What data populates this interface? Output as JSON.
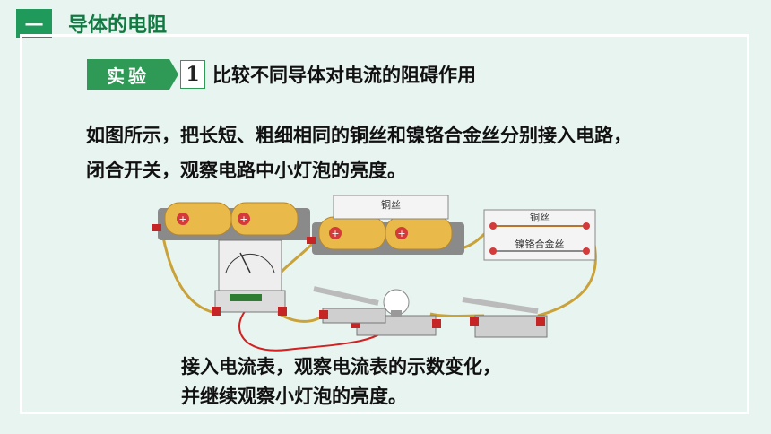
{
  "header": {
    "badge": "一",
    "title": "导体的电阻"
  },
  "experiment": {
    "tag": "实验",
    "number": "1",
    "title": "比较不同导体对电流的阻碍作用"
  },
  "description": {
    "line1": "如图所示，把长短、粗细相同的铜丝和镍铬合金丝分别接入电路，",
    "line2": "闭合开关，观察电路中小灯泡的亮度。"
  },
  "diagram": {
    "board1_label": "铜丝",
    "board2_top_label": "铜丝",
    "board2_bottom_label": "镍铬合金丝"
  },
  "caption": {
    "line1": "接入电流表，观察电流表的示数变化，",
    "line2": "并继续观察小灯泡的亮度。"
  }
}
